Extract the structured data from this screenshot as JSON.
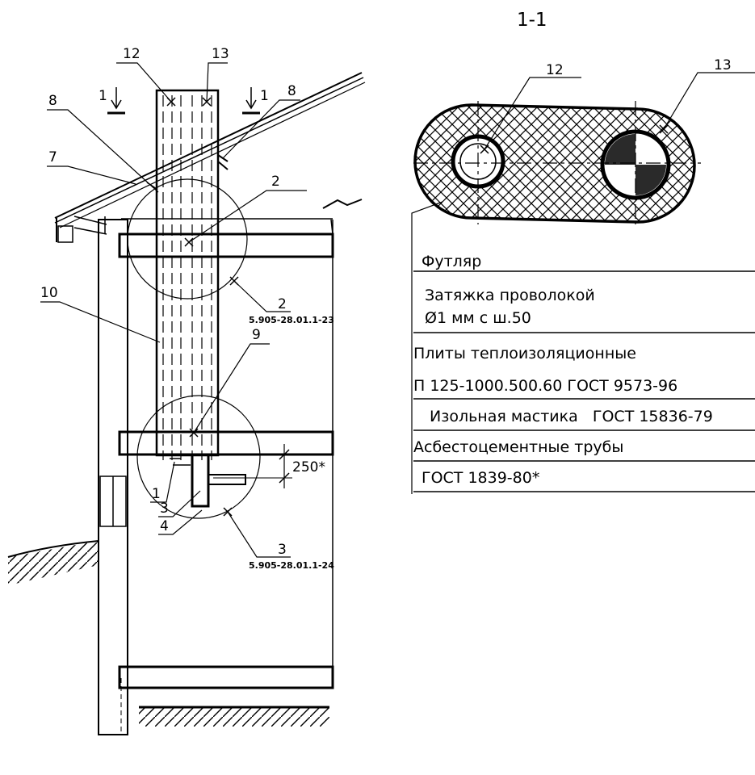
{
  "section": {
    "title": "1-1"
  },
  "cut_marks": {
    "left": "1",
    "right": "1"
  },
  "elevation_labels": {
    "l12": "12",
    "l13": "13",
    "l8a": "8",
    "l8b": "8",
    "l7": "7",
    "l2": "2",
    "l10": "10",
    "l9": "9",
    "l1": "1",
    "l3": "3",
    "l4": "4"
  },
  "callouts": {
    "c2": {
      "num": "2",
      "ref": "5.905-28.01.1-23"
    },
    "c3": {
      "num": "3",
      "ref": "5.905-28.01.1-24"
    }
  },
  "dimension": {
    "value": "250*"
  },
  "section_labels": {
    "s12": "12",
    "s13": "13"
  },
  "layers": [
    "Футляр",
    "Затяжка проволокой",
    "Ø1 мм с ш.50",
    "Плиты теплоизоляционные",
    "П 125-1000.500.60 ГОСТ 9573-96",
    "Изольная мастика   ГОСТ 15836-79",
    "Асбестоцементные трубы",
    "ГОСТ 1839-80*"
  ],
  "colors": {
    "ink": "#000000",
    "paper": "#ffffff"
  }
}
